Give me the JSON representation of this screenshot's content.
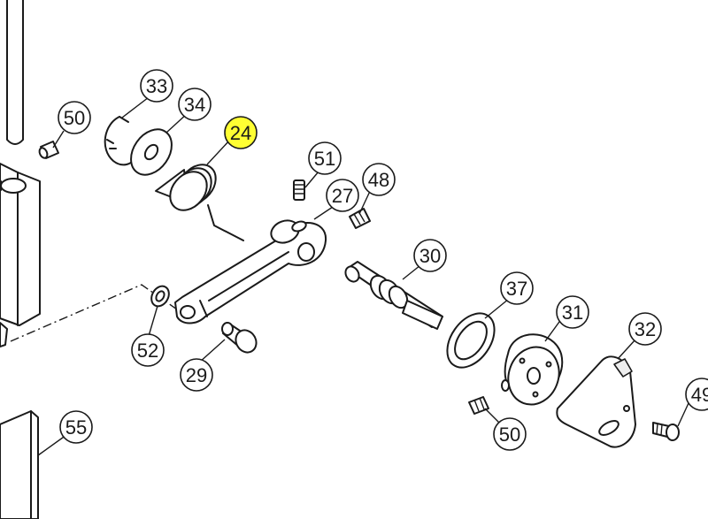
{
  "colors": {
    "line": "#1a1a1a",
    "background": "#ffffff",
    "highlight": "#ffff33"
  },
  "callouts": [
    {
      "id": "c50a",
      "label": "50"
    },
    {
      "id": "c33",
      "label": "33"
    },
    {
      "id": "c34",
      "label": "34"
    },
    {
      "id": "c24",
      "label": "24",
      "highlighted": true
    },
    {
      "id": "c51",
      "label": "51"
    },
    {
      "id": "c48",
      "label": "48"
    },
    {
      "id": "c27",
      "label": "27"
    },
    {
      "id": "c30",
      "label": "30"
    },
    {
      "id": "c37",
      "label": "37"
    },
    {
      "id": "c31",
      "label": "31"
    },
    {
      "id": "c32",
      "label": "32"
    },
    {
      "id": "c49",
      "label": "49"
    },
    {
      "id": "c52",
      "label": "52"
    },
    {
      "id": "c29",
      "label": "29"
    },
    {
      "id": "c50b",
      "label": "50"
    },
    {
      "id": "c55",
      "label": "55"
    }
  ]
}
